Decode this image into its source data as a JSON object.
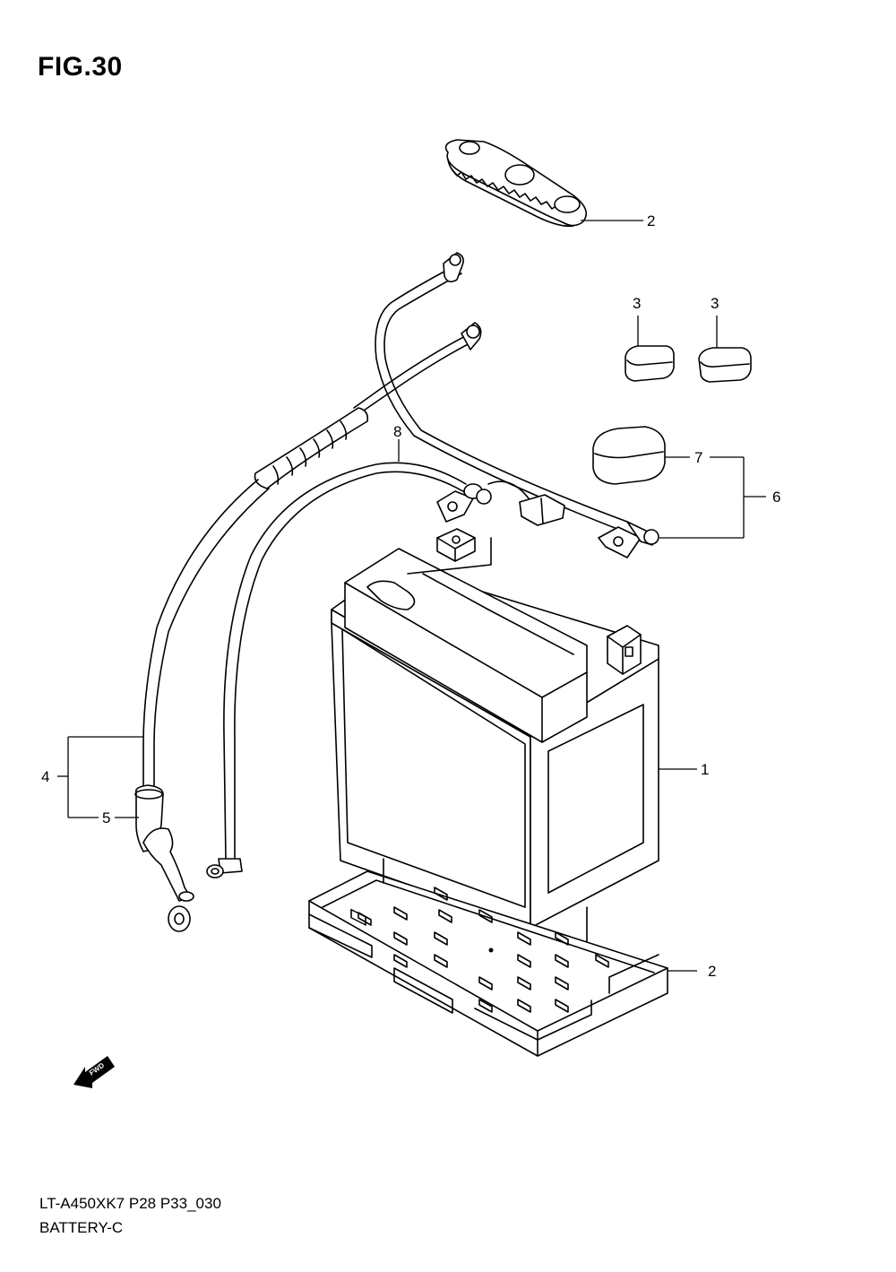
{
  "figure": {
    "title": "FIG.30"
  },
  "footer": {
    "model_code": "LT-A450XK7 P28 P33_030",
    "section_name": "BATTERY-C"
  },
  "callouts": [
    {
      "id": "c2-top",
      "label": "2"
    },
    {
      "id": "c3-left",
      "label": "3"
    },
    {
      "id": "c3-right",
      "label": "3"
    },
    {
      "id": "c7",
      "label": "7"
    },
    {
      "id": "c6",
      "label": "6"
    },
    {
      "id": "c8",
      "label": "8"
    },
    {
      "id": "c1",
      "label": "1"
    },
    {
      "id": "c4",
      "label": "4"
    },
    {
      "id": "c5",
      "label": "5"
    },
    {
      "id": "c2-bottom",
      "label": "2"
    }
  ],
  "fwd_marker": {
    "label": "FWD"
  }
}
